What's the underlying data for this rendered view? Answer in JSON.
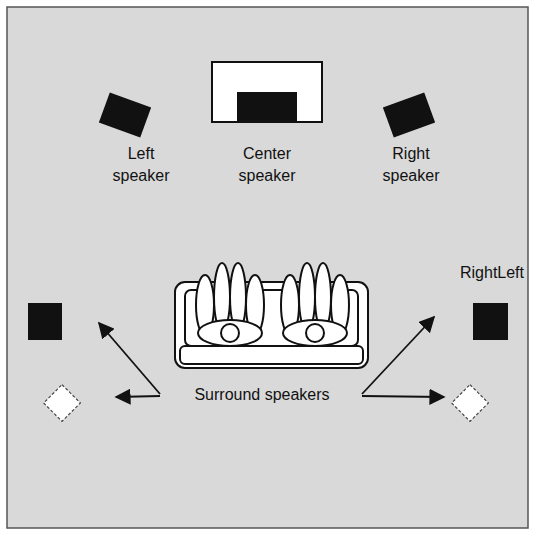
{
  "diagram": {
    "labels": [
      "Left speaker",
      "Center speaker",
      "Right speaker",
      "RightLeft",
      "Surround speakers"
    ]
  }
}
